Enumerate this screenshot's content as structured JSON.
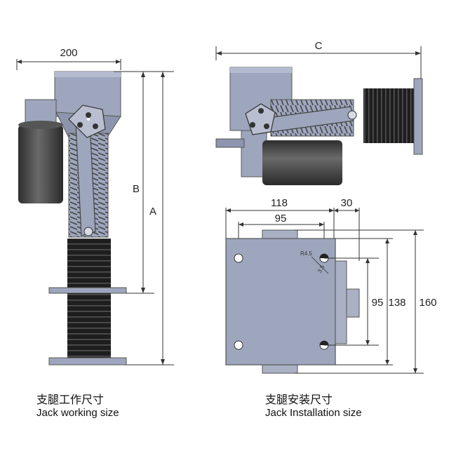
{
  "labels": {
    "dim_200": "200",
    "dim_A": "A",
    "dim_B": "B",
    "dim_C": "C",
    "dim_118": "118",
    "dim_30": "30",
    "dim_95_top": "95",
    "dim_95_side": "95",
    "dim_138": "138",
    "dim_160": "160",
    "r45": "R4.5",
    "phi35": "3.5"
  },
  "captions": {
    "left_cn": "支腿工作尺寸",
    "left_en": "Jack working size",
    "right_cn": "支腿安装尺寸",
    "right_en": "Jack Installation size"
  },
  "colors": {
    "body": "#9ea6bd",
    "body_dark": "#6f7890",
    "motor": "#4a4a4a",
    "bellows": "#1f1f1f",
    "line": "#333333"
  }
}
